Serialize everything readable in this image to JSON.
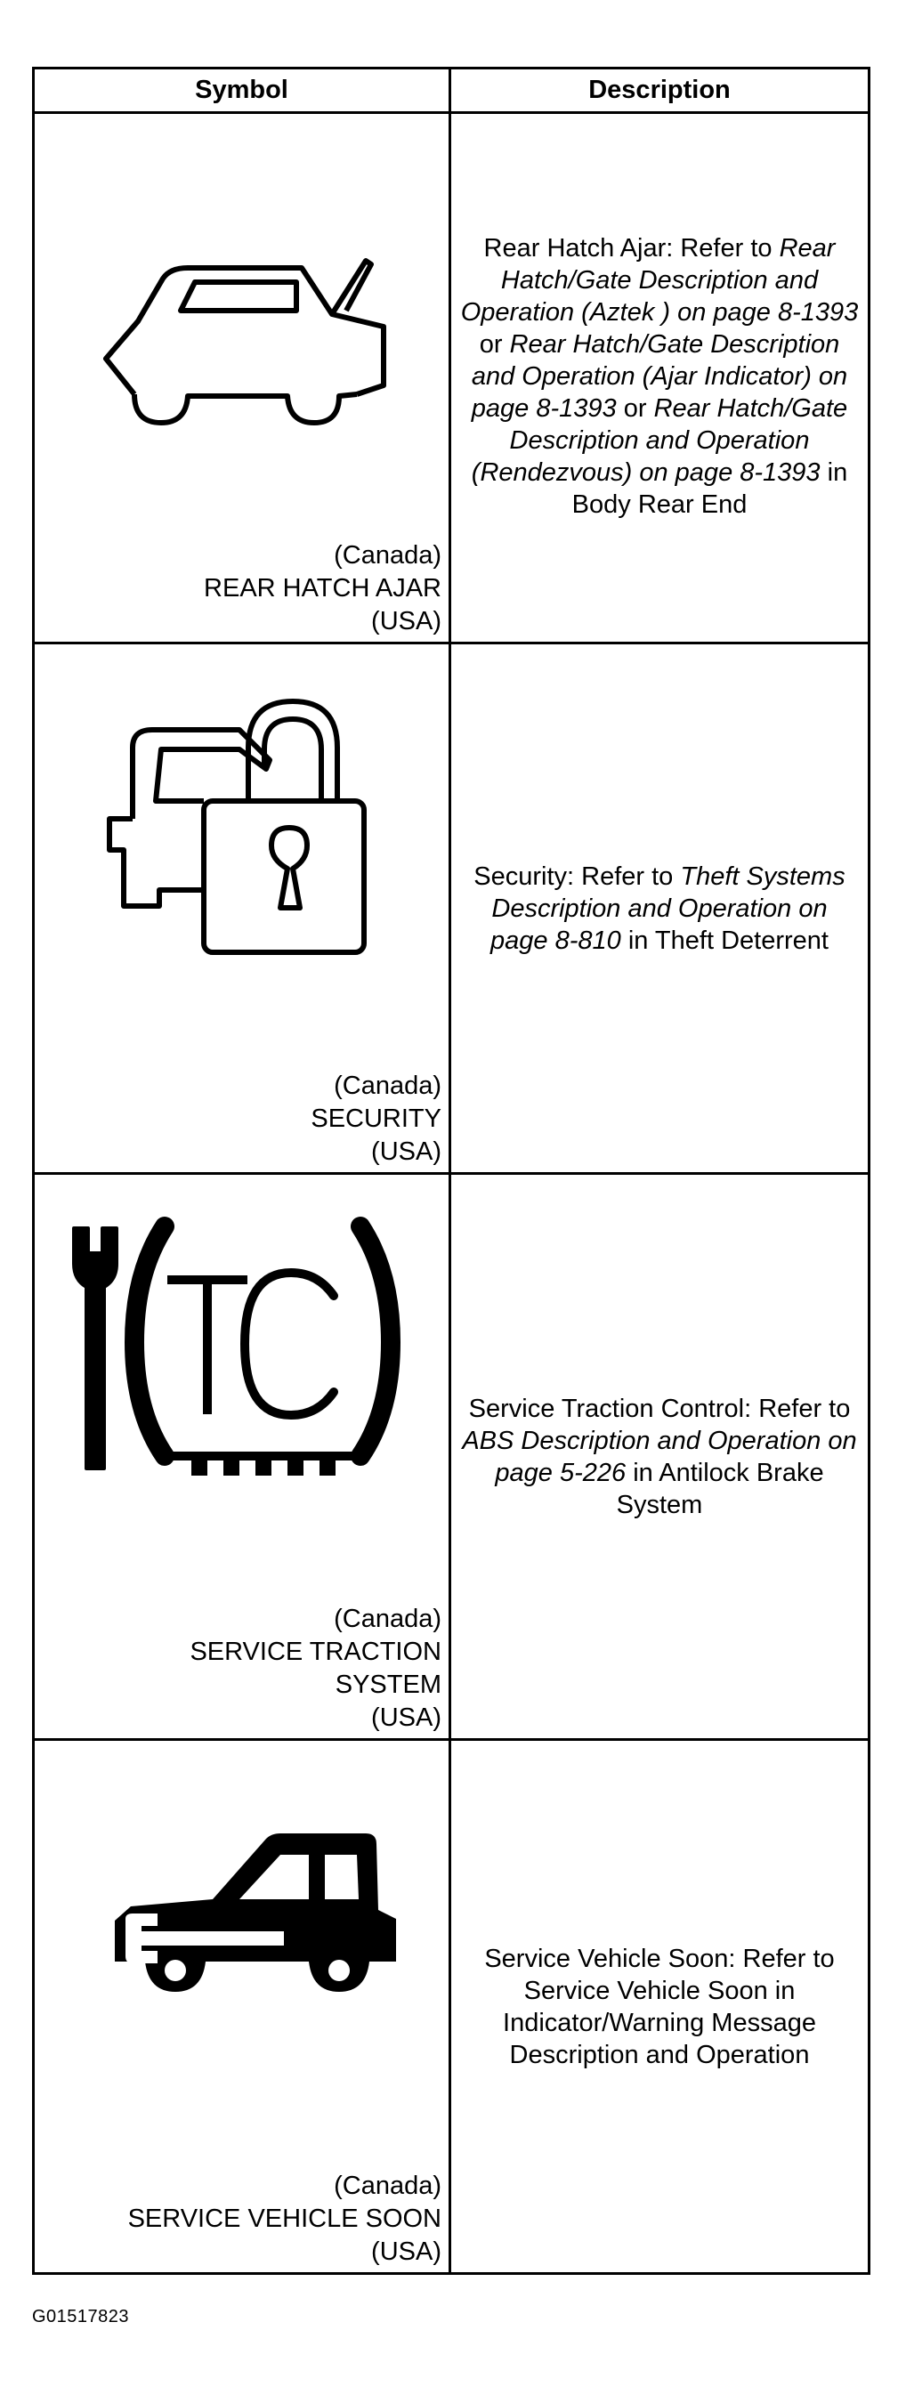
{
  "table": {
    "header_symbol": "Symbol",
    "header_description": "Description",
    "rows": [
      {
        "icon": "rear-hatch-ajar-icon",
        "canada": "(Canada)",
        "name": "REAR HATCH AJAR",
        "usa": "(USA)",
        "description": [
          {
            "t": "Rear Hatch Ajar: Refer to ",
            "i": false
          },
          {
            "t": "Rear Hatch/Gate Description and Operation (Aztek ) on page 8-1393",
            "i": true
          },
          {
            "t": " or ",
            "i": false
          },
          {
            "t": "Rear Hatch/Gate Description and Operation (Ajar Indicator) on page 8-1393",
            "i": true
          },
          {
            "t": " or ",
            "i": false
          },
          {
            "t": "Rear Hatch/Gate Description and Operation (Rendezvous) on page 8-1393",
            "i": true
          },
          {
            "t": " in Body Rear End",
            "i": false
          }
        ]
      },
      {
        "icon": "security-lock-icon",
        "canada": "(Canada)",
        "name": "SECURITY",
        "usa": "(USA)",
        "description": [
          {
            "t": "Security: Refer to ",
            "i": false
          },
          {
            "t": "Theft Systems Description and Operation on page 8-810",
            "i": true
          },
          {
            "t": " in Theft Deterrent",
            "i": false
          }
        ]
      },
      {
        "icon": "service-traction-control-icon",
        "canada": "(Canada)",
        "name": "SERVICE TRACTION\nSYSTEM",
        "usa": "(USA)",
        "description": [
          {
            "t": "Service Traction Control: Refer to ",
            "i": false
          },
          {
            "t": "ABS Description and Operation on page 5-226",
            "i": true
          },
          {
            "t": " in Antilock Brake System",
            "i": false
          }
        ]
      },
      {
        "icon": "service-vehicle-soon-icon",
        "canada": "(Canada)",
        "name": "SERVICE VEHICLE SOON",
        "usa": "(USA)",
        "description": [
          {
            "t": "Service Vehicle Soon: Refer to Service Vehicle Soon in Indicator/Warning Message Description and Operation",
            "i": false
          }
        ]
      }
    ]
  },
  "footer": {
    "code": "G01517823"
  }
}
